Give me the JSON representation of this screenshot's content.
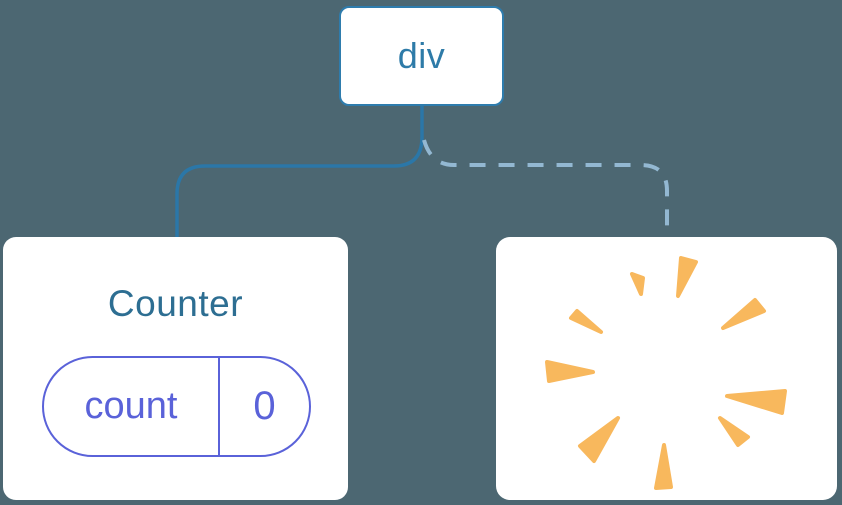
{
  "diagram": {
    "description": "component-tree",
    "root": {
      "label": "div"
    },
    "counter": {
      "title": "Counter",
      "state": {
        "name": "count",
        "value": "0"
      }
    },
    "removed_node": {
      "icon": "poof-burst-icon"
    },
    "edges": [
      {
        "from": "div",
        "to": "Counter",
        "style": "solid"
      },
      {
        "from": "div",
        "to": "removed",
        "style": "dashed"
      }
    ],
    "colors": {
      "background": "#4C6772",
      "node_fill": "#FFFFFF",
      "root_border": "#2E7CAD",
      "root_label": "#2E7BA8",
      "counter_title": "#2D6E92",
      "state_accent": "#5A62D9",
      "edge_solid": "#2B77A8",
      "edge_dashed": "#93B8D2",
      "burst": "#F8B85D"
    }
  }
}
